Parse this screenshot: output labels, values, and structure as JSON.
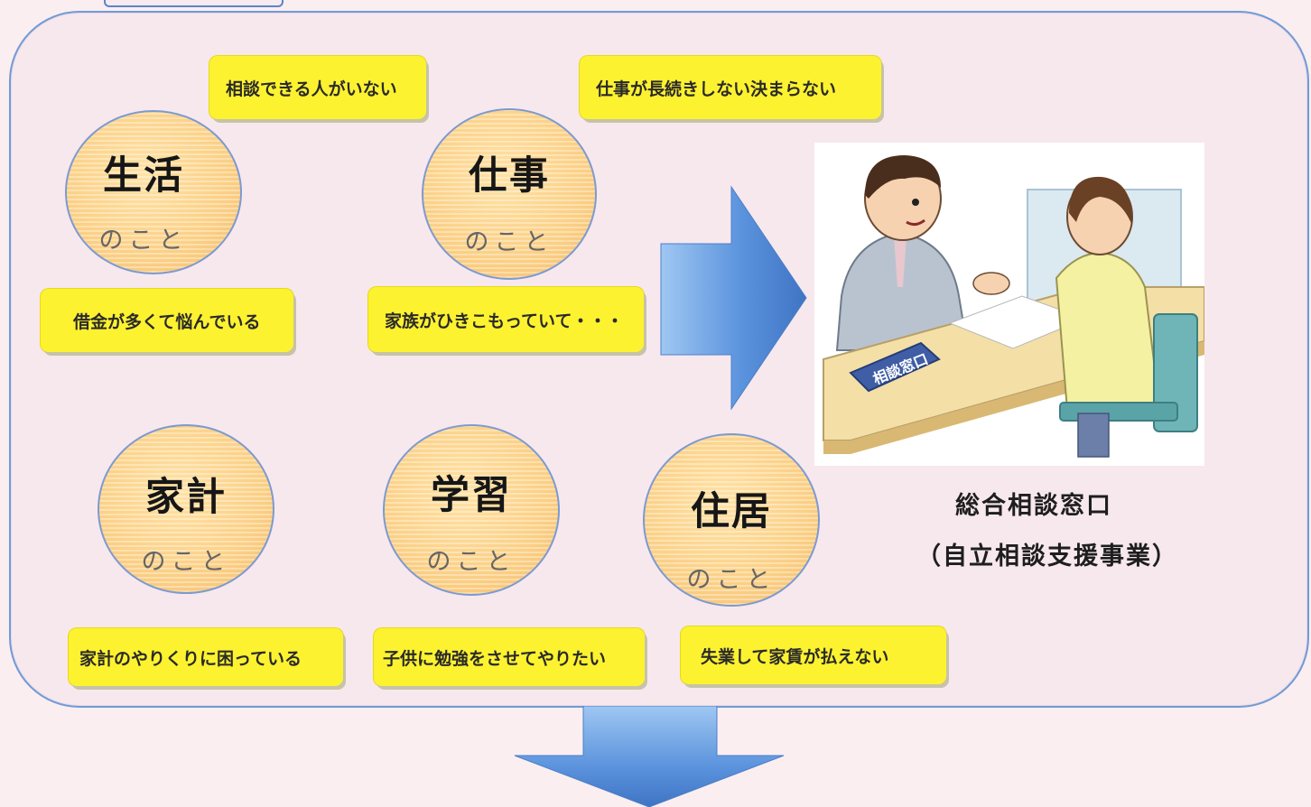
{
  "categories": [
    {
      "main": "生活",
      "sub": "のこと"
    },
    {
      "main": "仕事",
      "sub": "のこと"
    },
    {
      "main": "家計",
      "sub": "のこと"
    },
    {
      "main": "学習",
      "sub": "のこと"
    },
    {
      "main": "住居",
      "sub": "のこと"
    }
  ],
  "notes": {
    "no_one_to_consult": "相談できる人がいない",
    "job_not_lasting": "仕事が長続きしない決まらない",
    "debt_worries": "借金が多くて悩んでいる",
    "family_withdrawn": "家族がひきこもっていて・・・",
    "household_budget": "家計のやりくりに困っている",
    "child_study": "子供に勉強をさせてやりたい",
    "unemployed_rent": "失業して家賃が払えない"
  },
  "desk_sign": "相談窓口",
  "window": {
    "title": "総合相談窓口",
    "subtitle": "（自立相談支援事業）"
  },
  "colors": {
    "note_fill": "#fdf230",
    "bubble_fill": "#fbcf84",
    "frame_border": "#6f9bd6",
    "arrow": "#5b93dd"
  }
}
